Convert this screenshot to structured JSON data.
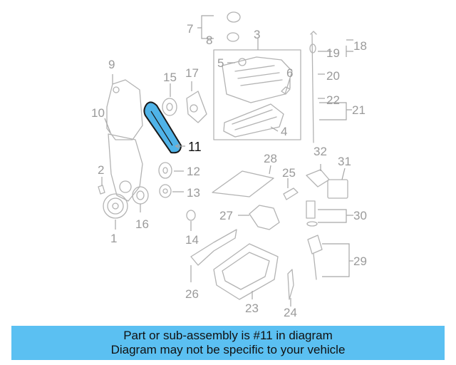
{
  "colors": {
    "highlight_fill": "#4fb3e8",
    "caption_background": "#5bc0f2",
    "part_stroke": "#b3b3b3",
    "label_text": "#9a9a9a"
  },
  "diagram": {
    "highlighted_part": "11",
    "labels": {
      "p1": "1",
      "p2": "2",
      "p3": "3",
      "p4": "4",
      "p5": "5",
      "p6": "6",
      "p7": "7",
      "p8": "8",
      "p9": "9",
      "p10": "10",
      "p11": "11",
      "p12": "12",
      "p13": "13",
      "p14": "14",
      "p15": "15",
      "p16": "16",
      "p17": "17",
      "p18": "18",
      "p19": "19",
      "p20": "20",
      "p21": "21",
      "p22": "22",
      "p23": "23",
      "p24": "24",
      "p25": "25",
      "p26": "26",
      "p27": "27",
      "p28": "28",
      "p29": "29",
      "p30": "30",
      "p31": "31",
      "p32": "32"
    }
  },
  "caption": {
    "line1": "Part or sub-assembly is #11 in diagram",
    "line2": "Diagram may not be specific to your vehicle"
  }
}
